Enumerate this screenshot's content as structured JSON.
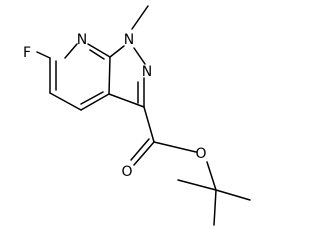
{
  "molecule": {
    "atoms": {
      "fluorine": "F",
      "nitrogen_pyridine": "N",
      "nitrogen_n1": "N",
      "nitrogen_n2": "N",
      "methyl": "",
      "oxygen_carbonyl": "O",
      "oxygen_ester": "O"
    }
  },
  "colors": {
    "bond": "#000000",
    "label": "#000000",
    "background": "#ffffff"
  }
}
